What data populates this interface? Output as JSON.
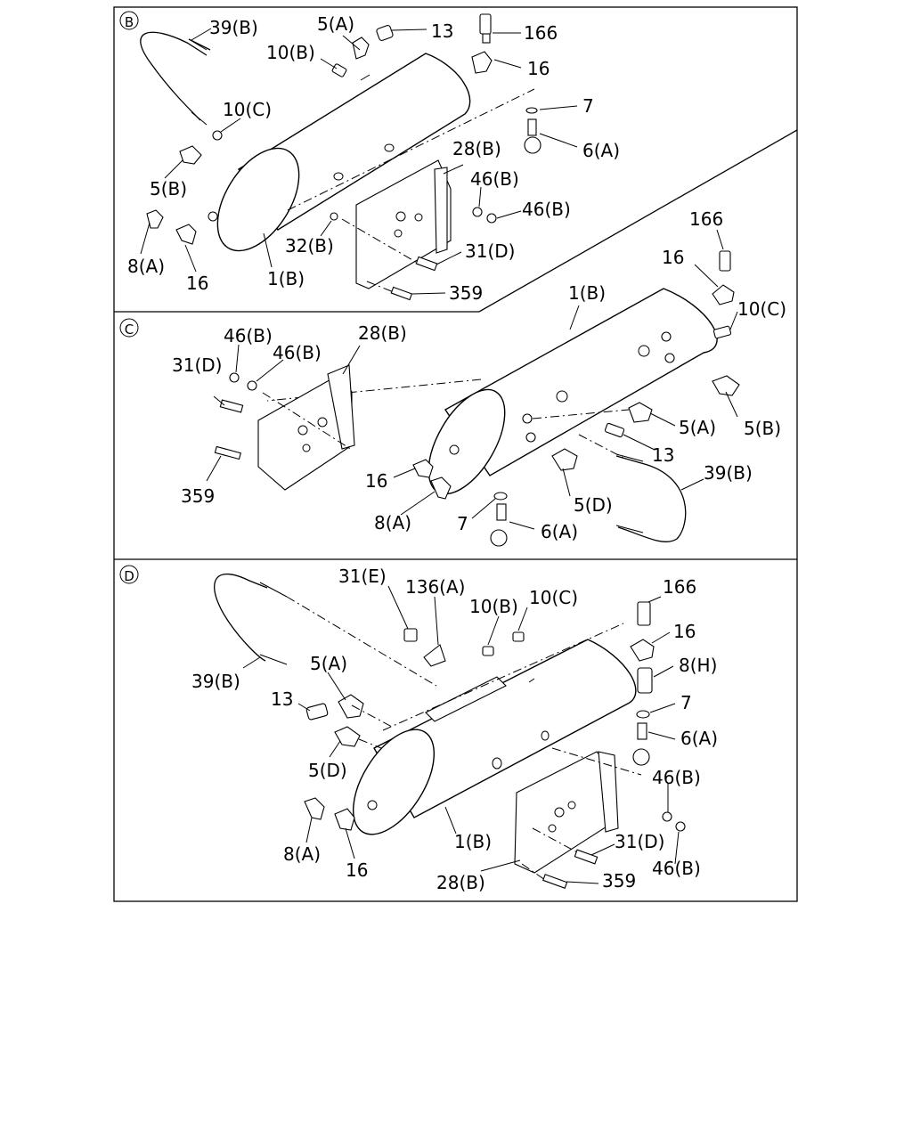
{
  "panels": {
    "b": {
      "badge": "B",
      "labels": {
        "l39b": "39(B)",
        "l5a": "5(A)",
        "l13": "13",
        "l166": "166",
        "l10b": "10(B)",
        "l16a": "16",
        "l7": "7",
        "l10c": "10(C)",
        "l6a": "6(A)",
        "l28b": "28(B)",
        "l5b": "5(B)",
        "l46b1": "46(B)",
        "l46b2": "46(B)",
        "l8a": "8(A)",
        "l16b": "16",
        "l32b": "32(B)",
        "l31d": "31(D)",
        "l1b": "1(B)",
        "l359": "359"
      }
    },
    "c": {
      "badge": "C",
      "labels": {
        "l166": "166",
        "l16a": "16",
        "l1b": "1(B)",
        "l10c": "10(C)",
        "l46b1": "46(B)",
        "l28b": "28(B)",
        "l46b2": "46(B)",
        "l31d": "31(D)",
        "l5a": "5(A)",
        "l5b": "5(B)",
        "l13": "13",
        "l39b": "39(B)",
        "l16b": "16",
        "l359": "359",
        "l5d": "5(D)",
        "l8a": "8(A)",
        "l7": "7",
        "l6a": "6(A)"
      }
    },
    "d": {
      "badge": "D",
      "labels": {
        "l31e": "31(E)",
        "l136a": "136(A)",
        "l166": "166",
        "l10b": "10(B)",
        "l10c": "10(C)",
        "l16a": "16",
        "l8h": "8(H)",
        "l5a": "5(A)",
        "l39b": "39(B)",
        "l13": "13",
        "l7": "7",
        "l6a": "6(A)",
        "l5d": "5(D)",
        "l46b1": "46(B)",
        "l8a": "8(A)",
        "l16b": "16",
        "l1b": "1(B)",
        "l31d": "31(D)",
        "l46b2": "46(B)",
        "l28b": "28(B)",
        "l359": "359"
      }
    }
  }
}
